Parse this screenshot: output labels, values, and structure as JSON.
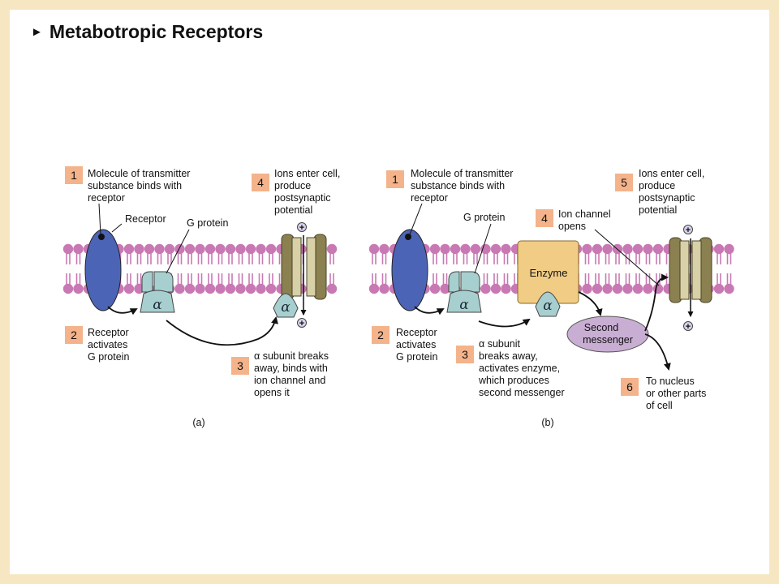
{
  "title": "Metabotropic Receptors",
  "panel_a": {
    "caption": "(a)",
    "step1": {
      "num": "1",
      "lines": [
        "Molecule of transmitter",
        "substance binds with",
        "receptor"
      ]
    },
    "step2": {
      "num": "2",
      "lines": [
        "Receptor",
        "activates",
        "G protein"
      ]
    },
    "step3": {
      "num": "3",
      "lines": [
        "α subunit breaks",
        "away, binds with",
        "ion channel and",
        "opens it"
      ]
    },
    "step4": {
      "num": "4",
      "lines": [
        "Ions enter cell,",
        "produce",
        "postsynaptic",
        "potential"
      ]
    },
    "receptor_label": "Receptor",
    "gprotein_label": "G protein",
    "alpha": "α",
    "ion_plus": "+"
  },
  "panel_b": {
    "caption": "(b)",
    "step1": {
      "num": "1",
      "lines": [
        "Molecule of transmitter",
        "substance binds with",
        "receptor"
      ]
    },
    "step2": {
      "num": "2",
      "lines": [
        "Receptor",
        "activates",
        "G protein"
      ]
    },
    "step3": {
      "num": "3",
      "lines": [
        "α subunit",
        "breaks away,",
        "activates enzyme,",
        "which produces",
        "second messenger"
      ]
    },
    "step4": {
      "num": "4",
      "lines": [
        "Ion channel",
        "opens"
      ]
    },
    "step5": {
      "num": "5",
      "lines": [
        "Ions enter cell,",
        "produce",
        "postsynaptic",
        "potential"
      ]
    },
    "step6": {
      "num": "6",
      "lines": [
        "To nucleus",
        "or other parts",
        "of cell"
      ]
    },
    "gprotein_label": "G protein",
    "enzyme_label": "Enzyme",
    "messenger_lines": [
      "Second",
      "messenger"
    ],
    "alpha": "α",
    "ion_plus": "+"
  },
  "colors": {
    "background": "#f6e7c2",
    "membrane": "#c879b4",
    "receptor": "#4c64b6",
    "gprotein": "#a8cfcf",
    "enzyme": "#f1cc84",
    "messenger": "#c9aed3",
    "channel": "#8a8050",
    "number_box": "#f4b38a"
  }
}
